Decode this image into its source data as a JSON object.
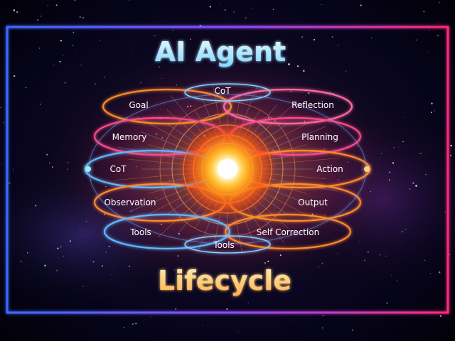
{
  "title_top": "AI Agent",
  "title_bottom": "Lifecycle",
  "nodes": {
    "cot_top": "CoT",
    "goal": "Goal",
    "reflection": "Reflection",
    "memory": "Memory",
    "planning": "Planning",
    "cot_left": "CoT",
    "action": "Action",
    "observation": "Observation",
    "output": "Output",
    "tools_left": "Tools",
    "self_correction": "Self Correction",
    "tools_bottom": "Tools"
  },
  "colors": {
    "frame_left": "#3a6bff",
    "frame_right": "#ff2a7a",
    "title_top": "#9fe6ff",
    "title_bottom": "#ffd27a",
    "core": "#ffb020",
    "orbit_blue": "#5fb8ff",
    "orbit_orange": "#ff8a2a",
    "orbit_pink": "#ff4a8a"
  }
}
